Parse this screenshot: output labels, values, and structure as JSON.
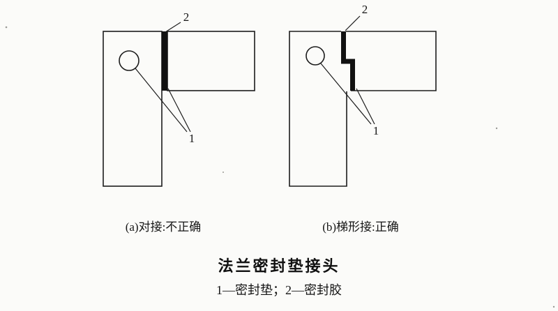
{
  "diagram": {
    "title": "法兰密封垫接头",
    "legend": "1—密封垫；2—密封胶",
    "figures": [
      {
        "caption": "(a)对接:不正确",
        "labels": {
          "part1": "1",
          "part2": "2"
        }
      },
      {
        "caption": "(b)梯形接:正确",
        "labels": {
          "part1": "1",
          "part2": "2"
        }
      }
    ],
    "colors": {
      "line": "#1c1c1c",
      "gasket": "#111111",
      "background": "#fbfbf9"
    }
  }
}
